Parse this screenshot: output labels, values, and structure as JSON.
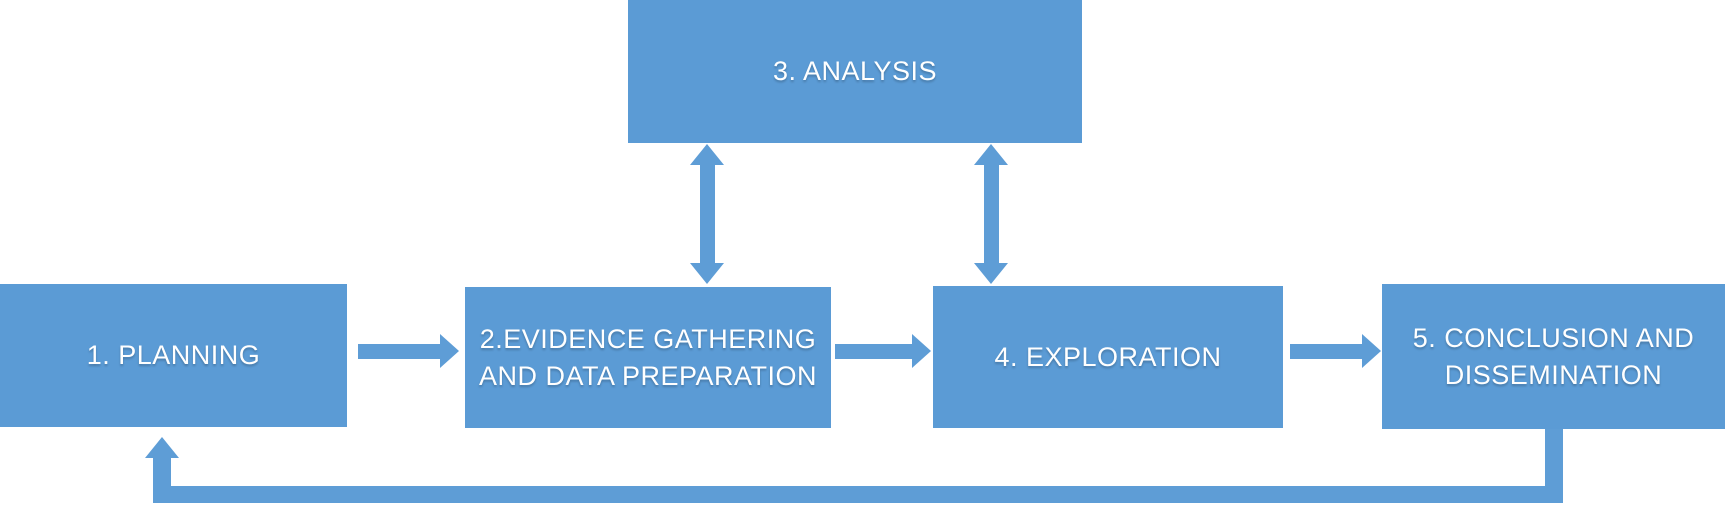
{
  "diagram": {
    "type": "flowchart",
    "colors": {
      "shape_fill": "#5B9BD5",
      "arrow_fill": "#5E9DD6",
      "text_color": "#FFFFFF",
      "background": "#FFFFFF"
    },
    "nodes": [
      {
        "id": "planning",
        "label": "1. PLANNING"
      },
      {
        "id": "evidence",
        "label": "2.EVIDENCE GATHERING AND DATA PREPARATION"
      },
      {
        "id": "analysis",
        "label": "3. ANALYSIS"
      },
      {
        "id": "exploration",
        "label": "4. EXPLORATION"
      },
      {
        "id": "conclusion",
        "label": "5. CONCLUSION AND DISSEMINATION"
      }
    ],
    "edges": [
      {
        "from": "planning",
        "to": "evidence",
        "style": "single-arrow-right"
      },
      {
        "from": "evidence",
        "to": "exploration",
        "style": "single-arrow-right"
      },
      {
        "from": "exploration",
        "to": "conclusion",
        "style": "single-arrow-right"
      },
      {
        "from": "analysis",
        "to": "evidence",
        "style": "double-headed-vertical"
      },
      {
        "from": "analysis",
        "to": "exploration",
        "style": "double-headed-vertical"
      },
      {
        "from": "conclusion",
        "to": "planning",
        "style": "feedback-loop-bottom"
      }
    ]
  }
}
